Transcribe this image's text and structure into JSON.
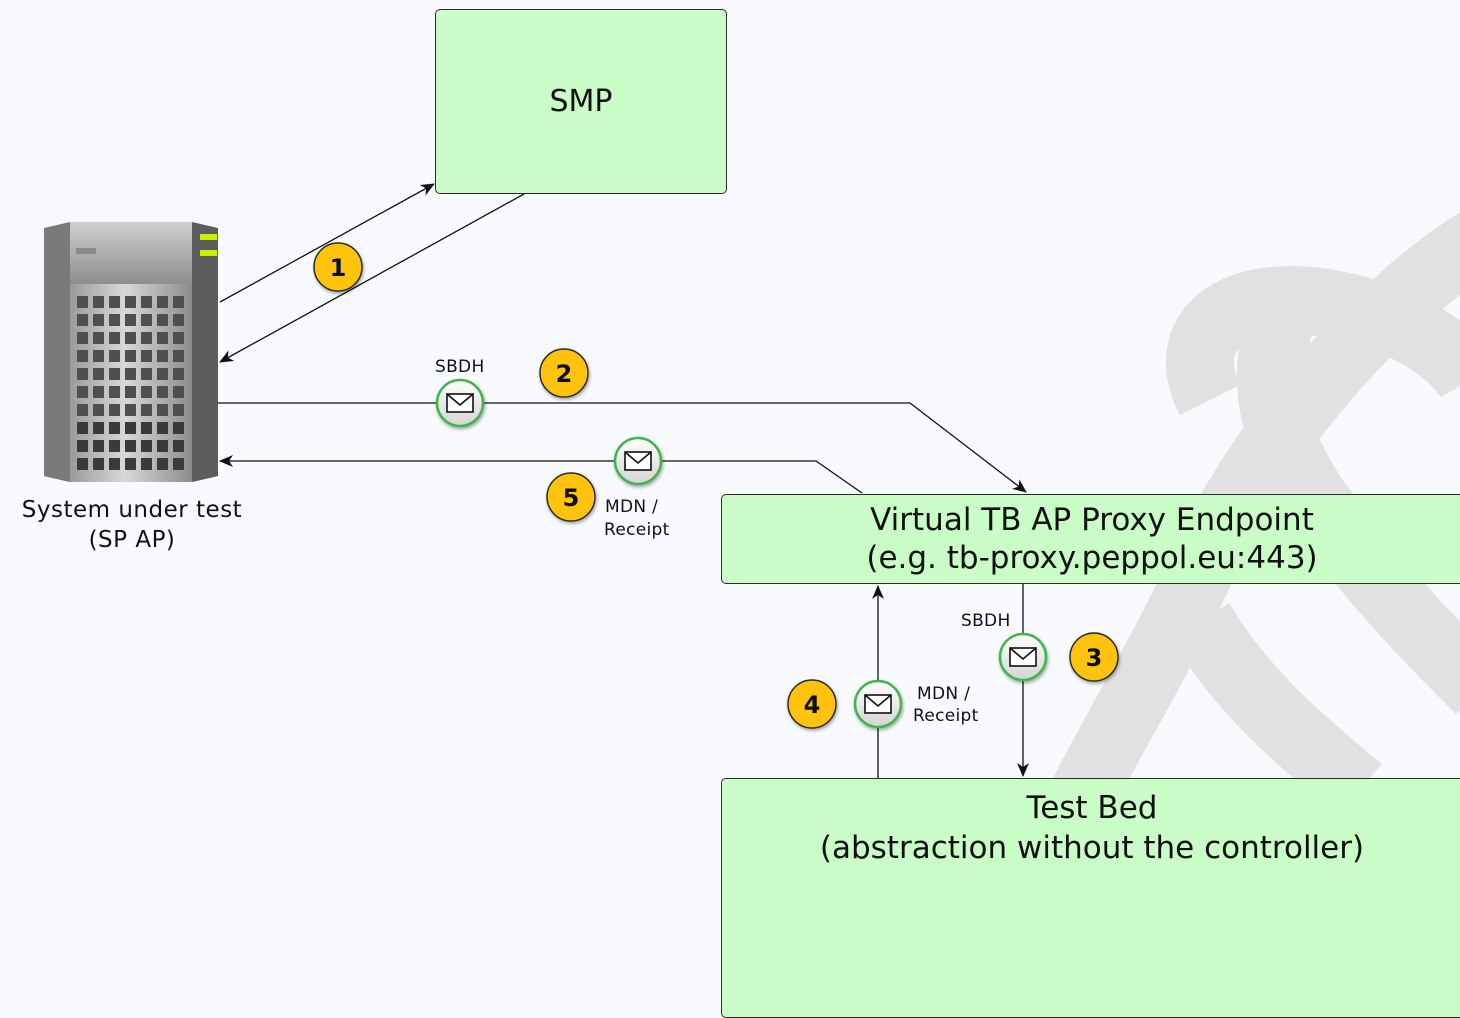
{
  "nodes": {
    "smp": {
      "label": "SMP"
    },
    "proxy": {
      "line1": "Virtual TB AP Proxy Endpoint",
      "line2": "(e.g. tb-proxy.peppol.eu:443)"
    },
    "testbed": {
      "line1": "Test Bed",
      "line2": "(abstraction without the controller)"
    },
    "sut": {
      "line1": "System under test",
      "line2": "(SP AP)",
      "icon": "server-icon"
    }
  },
  "messages": {
    "sbdh_top": "SBDH",
    "mdn_top_1": "MDN /",
    "mdn_top_2": "Receipt",
    "sbdh_right": "SBDH",
    "mdn_bottom_1": "MDN /",
    "mdn_bottom_2": "Receipt"
  },
  "steps": [
    "1",
    "2",
    "3",
    "4",
    "5"
  ],
  "colors": {
    "box_fill": "#c9fcc7",
    "step_badge": "#ffc20e",
    "background": "#f7f9fd",
    "watermark": "#e1e1e1",
    "envelope_ring": "#3fb54a"
  }
}
